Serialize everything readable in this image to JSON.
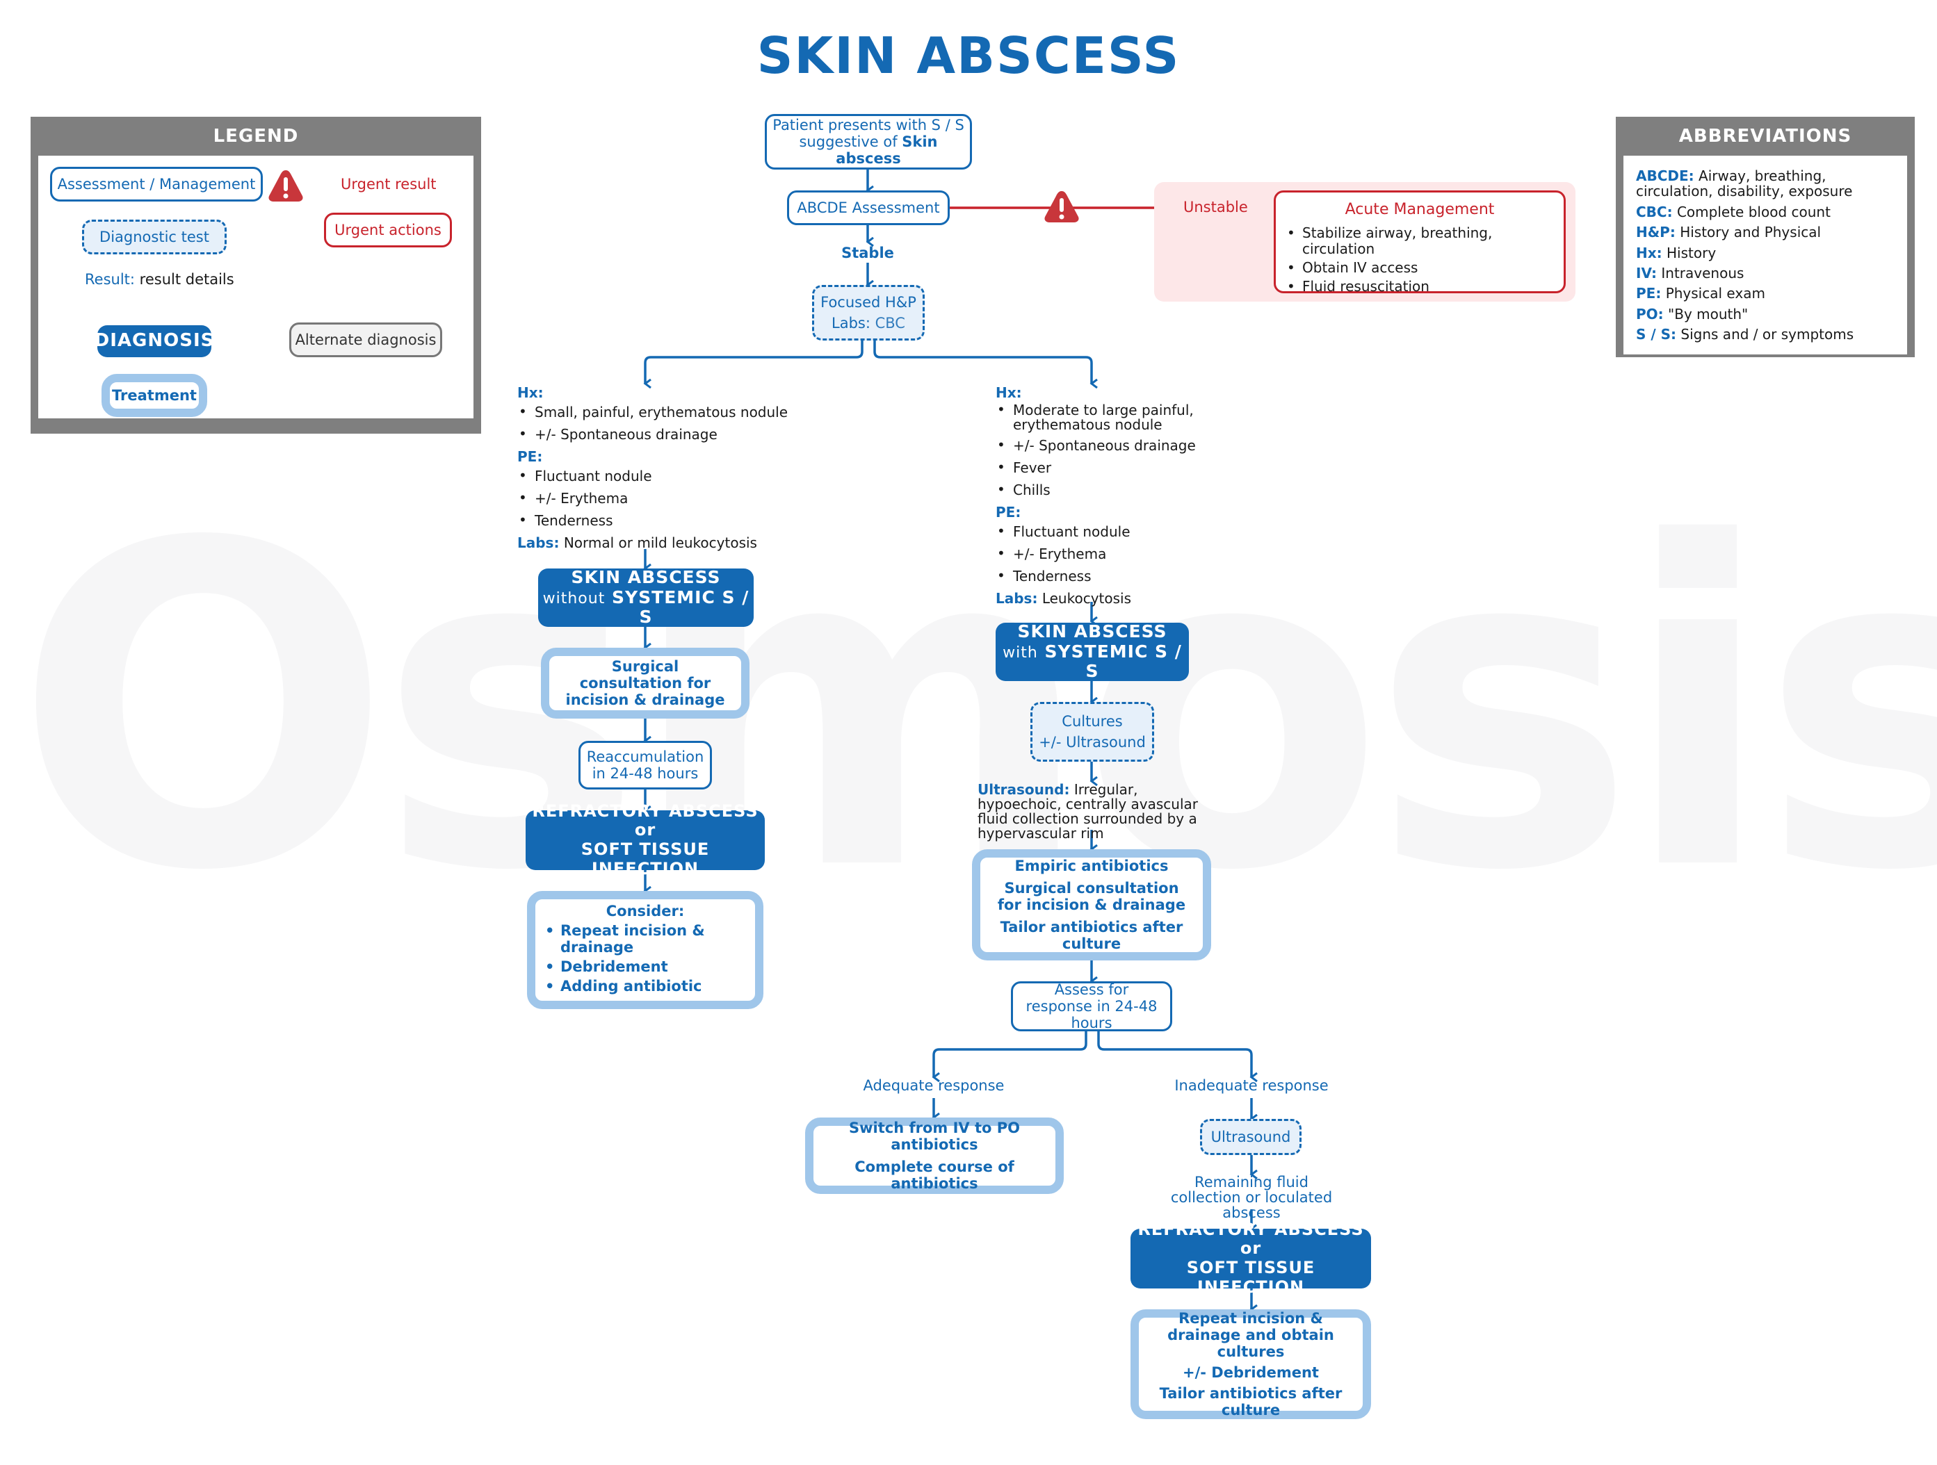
{
  "title": "SKIN ABSCESS",
  "watermark": "Osmosis.org",
  "colors": {
    "primary": "#1469b3",
    "light_border": "#9fc6ea",
    "urgent": "#c8232c",
    "urgent_bg": "#fde7e8",
    "panel_gray": "#7f7f7f"
  },
  "legend": {
    "title": "LEGEND",
    "assessment": "Assessment / Management",
    "urgent_result": "Urgent result",
    "urgent_actions": "Urgent actions",
    "diagnostic_test": "Diagnostic test",
    "result_key": "Result:",
    "result_value": "result details",
    "diagnosis": "DIAGNOSIS",
    "alternate": "Alternate diagnosis",
    "treatment": "Treatment",
    "warning_icon": "warning-triangle-icon"
  },
  "abbreviations": {
    "title": "ABBREVIATIONS",
    "items": [
      {
        "key": "ABCDE:",
        "value": "Airway, breathing, circulation, disability, exposure"
      },
      {
        "key": "CBC:",
        "value": "Complete blood count"
      },
      {
        "key": "H&P:",
        "value": "History and Physical"
      },
      {
        "key": "Hx:",
        "value": "History"
      },
      {
        "key": "IV:",
        "value": "Intravenous"
      },
      {
        "key": "PE:",
        "value": "Physical exam"
      },
      {
        "key": "PO:",
        "value": "\"By mouth\""
      },
      {
        "key": "S / S:",
        "value": "Signs and / or symptoms"
      }
    ]
  },
  "flow": {
    "start": {
      "line1": "Patient presents with S / S",
      "line2_pre": "suggestive of ",
      "line2_bold": "Skin abscess"
    },
    "abcde": "ABCDE Assessment",
    "unstable": "Unstable",
    "acute": {
      "title": "Acute Management",
      "items": [
        "Stabilize airway, breathing, circulation",
        "Obtain IV access",
        "Fluid resuscitation"
      ]
    },
    "stable": "Stable",
    "focused": {
      "line1": "Focused H&P",
      "labs_key": "Labs:",
      "labs_value": "CBC"
    },
    "left": {
      "hx_key": "Hx:",
      "hx": [
        "Small, painful, erythematous nodule",
        "+/- Spontaneous drainage"
      ],
      "pe_key": "PE:",
      "pe": [
        "Fluctuant nodule",
        "+/- Erythema",
        "Tenderness"
      ],
      "labs_key": "Labs:",
      "labs_value": "Normal or mild leukocytosis",
      "dx_line1": "SKIN ABSCESS",
      "dx_line2_pre": "without",
      "dx_line2": "SYSTEMIC S / S",
      "consult": "Surgical consultation for incision & drainage",
      "reaccum": "Reaccumulation in 24-48 hours",
      "refractory_line1": "REFRACTORY ABSCESS or",
      "refractory_line2": "SOFT TISSUE INFECTION",
      "consider_title": "Consider:",
      "consider": [
        "Repeat incision & drainage",
        "Debridement",
        "Adding antibiotic"
      ]
    },
    "right": {
      "hx_key": "Hx:",
      "hx": [
        "Moderate to large painful, erythematous nodule",
        "+/- Spontaneous drainage",
        "Fever",
        "Chills"
      ],
      "pe_key": "PE:",
      "pe": [
        "Fluctuant nodule",
        "+/- Erythema",
        "Tenderness"
      ],
      "labs_key": "Labs:",
      "labs_value": "Leukocytosis",
      "dx_line1": "SKIN ABSCESS",
      "dx_line2_pre": "with",
      "dx_line2": "SYSTEMIC S / S",
      "cultures_line1": "Cultures",
      "cultures_line2": "+/- Ultrasound",
      "us_key": "Ultrasound:",
      "us_value": "Irregular, hypoechoic, centrally avascular fluid collection surrounded by a hypervascular rim",
      "tx": [
        "Empiric antibiotics",
        "Surgical consultation for incision & drainage",
        "Tailor antibiotics after culture"
      ],
      "assess": "Assess for response in 24-48 hours",
      "adequate": "Adequate response",
      "adequate_tx": [
        "Switch from IV to PO antibiotics",
        "Complete course of antibiotics"
      ],
      "inadequate": "Inadequate response",
      "ultrasound": "Ultrasound",
      "remaining": "Remaining fluid collection or loculated abscess",
      "refractory_line1": "REFRACTORY ABSCESS or",
      "refractory_line2": "SOFT TISSUE INFECTION",
      "final_tx": [
        "Repeat incision & drainage and obtain cultures",
        "+/- Debridement",
        "Tailor antibiotics after culture"
      ]
    }
  }
}
